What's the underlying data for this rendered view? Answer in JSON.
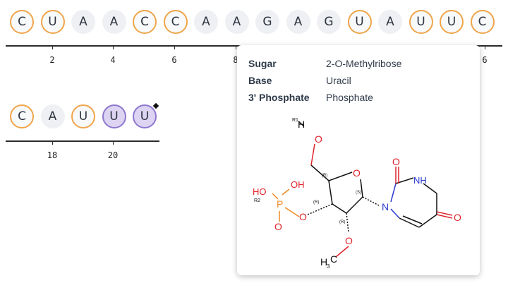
{
  "sequence_row1": [
    {
      "base": "C",
      "style": "mod-o"
    },
    {
      "base": "U",
      "style": "mod-o"
    },
    {
      "base": "A",
      "style": "plain"
    },
    {
      "base": "A",
      "style": "plain"
    },
    {
      "base": "C",
      "style": "mod-o"
    },
    {
      "base": "C",
      "style": "mod-o"
    },
    {
      "base": "A",
      "style": "plain"
    },
    {
      "base": "A",
      "style": "plain"
    },
    {
      "base": "G",
      "style": "plain"
    },
    {
      "base": "A",
      "style": "plain"
    },
    {
      "base": "G",
      "style": "plain"
    },
    {
      "base": "U",
      "style": "mod-o"
    },
    {
      "base": "A",
      "style": "plain"
    },
    {
      "base": "U",
      "style": "mod-o"
    },
    {
      "base": "U",
      "style": "mod-o"
    },
    {
      "base": "C",
      "style": "mod-o"
    }
  ],
  "row1_ticks": [
    "2",
    "4",
    "6",
    "8",
    "6"
  ],
  "sequence_row2": [
    {
      "base": "C",
      "style": "mod-o"
    },
    {
      "base": "A",
      "style": "plain"
    },
    {
      "base": "U",
      "style": "mod-o"
    },
    {
      "base": "U",
      "style": "mod-p"
    },
    {
      "base": "U",
      "style": "mod-p"
    }
  ],
  "row2_ticks": [
    "18",
    "20"
  ],
  "tooltip": {
    "rows": [
      {
        "key": "Sugar",
        "value": "2-O-Methylribose"
      },
      {
        "key": "Base",
        "value": "Uracil"
      },
      {
        "key": "3' Phosphate",
        "value": "Phosphate"
      }
    ],
    "structure_labels": {
      "r1": "R1",
      "h": "H",
      "o_top": "O",
      "o_ring": "O",
      "ho": "HO",
      "oh": "OH",
      "r2": "R2",
      "p": "P",
      "o_p": "O",
      "o_lower": "O",
      "h3c": "H",
      "h3c_sub": "3",
      "h3c_c": "C",
      "n1": "N",
      "n_h": "NH",
      "o_c2": "O",
      "o_c4": "O",
      "r": "(R)",
      "s": "(S)"
    }
  },
  "colors": {
    "orange": "#f0a54a",
    "purple": "#8e78d0",
    "purple_fill": "#dcd4f2",
    "red": "#e0232b",
    "blue": "#2a3bd0",
    "phosphorus": "#f08a24"
  }
}
